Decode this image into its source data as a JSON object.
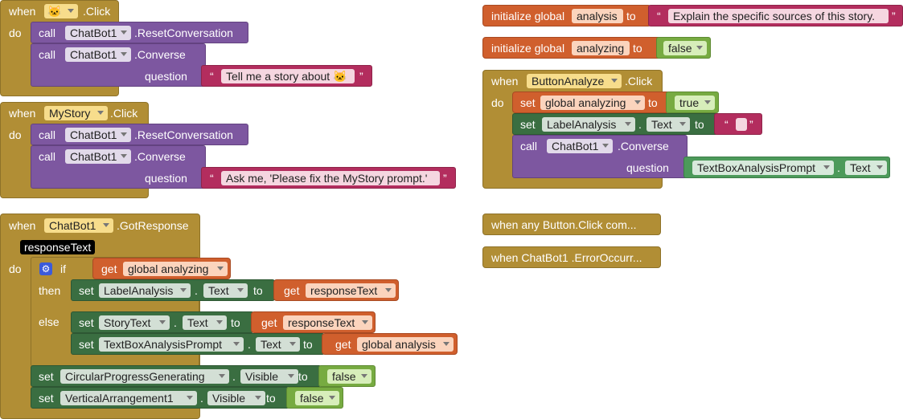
{
  "labels": {
    "when": "when",
    "do": "do",
    "call": "call",
    "set": "set",
    "get": "get",
    "to": "to",
    "if": "if",
    "then": "then",
    "else": "else",
    "dot": ".",
    "question": "question",
    "initialize_global": "initialize global",
    "quote_open": "“",
    "quote_close": "”"
  },
  "cat_emoji": "🐱",
  "blocks": {
    "cat_click": {
      "event": ".Click",
      "reset": {
        "component": "ChatBot1",
        "method": ".ResetConversation"
      },
      "converse": {
        "component": "ChatBot1",
        "method": ".Converse",
        "question_prefix": "Tell me a story about"
      }
    },
    "mystory_click": {
      "component": "MyStory",
      "event": ".Click",
      "reset": {
        "component": "ChatBot1",
        "method": ".ResetConversation"
      },
      "converse": {
        "component": "ChatBot1",
        "method": ".Converse",
        "question": "Ask me, 'Please fix the MyStory prompt.'"
      }
    },
    "got_response": {
      "component": "ChatBot1",
      "event": ".GotResponse",
      "param": "responseText",
      "if_var": "global analyzing",
      "then_set": {
        "component": "LabelAnalysis",
        "prop": "Text",
        "get": "responseText"
      },
      "else_set1": {
        "component": "StoryText",
        "prop": "Text",
        "get": "responseText"
      },
      "else_set2": {
        "component": "TextBoxAnalysisPrompt",
        "prop": "Text",
        "get": "global analysis"
      },
      "set_progress": {
        "component": "CircularProgressGenerating",
        "prop": "Visible",
        "value": "false"
      },
      "set_arrangement": {
        "component": "VerticalArrangement1",
        "prop": "Visible",
        "value": "false"
      }
    },
    "init_analysis": {
      "name": "analysis",
      "value": "Explain the specific sources of this story."
    },
    "init_analyzing": {
      "name": "analyzing",
      "value": "false"
    },
    "analyze_click": {
      "component": "ButtonAnalyze",
      "event": ".Click",
      "set_var": "global analyzing",
      "set_var_value": "true",
      "set_label": {
        "component": "LabelAnalysis",
        "prop": "Text"
      },
      "converse": {
        "component": "ChatBot1",
        "method": ".Converse",
        "question_component": "TextBoxAnalysisPrompt",
        "question_prop": "Text"
      }
    },
    "collapsed1": "when any Button.Click   com...",
    "collapsed2": "when  ChatBot1 .ErrorOccurr..."
  },
  "colors": {
    "event": "#b18e35",
    "procedure": "#7d57a0",
    "variable": "#d05f2d",
    "text": "#b32d5e",
    "component_setter": "#3a6e41",
    "logic": "#77ab41",
    "param_label": "#000000",
    "mutator": "#3b5bdb"
  }
}
